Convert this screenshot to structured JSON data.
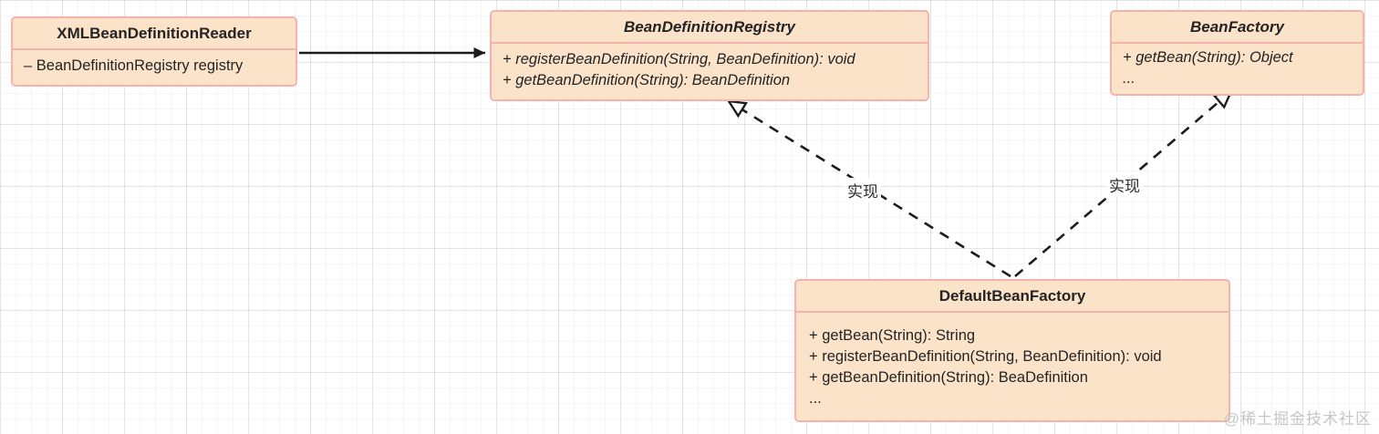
{
  "diagram": {
    "classes": [
      {
        "name": "XMLBeanDefinitionReader",
        "stereotype": "class",
        "members": [
          "– BeanDefinitionRegistry registry"
        ]
      },
      {
        "name": "BeanDefinitionRegistry",
        "stereotype": "interface",
        "members": [
          "+ registerBeanDefinition(String, BeanDefinition): void",
          "+ getBeanDefinition(String): BeanDefinition"
        ]
      },
      {
        "name": "BeanFactory",
        "stereotype": "interface",
        "members": [
          "+ getBean(String): Object",
          "..."
        ]
      },
      {
        "name": "DefaultBeanFactory",
        "stereotype": "class",
        "members": [
          "+ getBean(String): String",
          "+ registerBeanDefinition(String, BeanDefinition): void",
          "+ getBeanDefinition(String): BeaDefinition",
          "..."
        ]
      }
    ],
    "edges": [
      {
        "type": "association",
        "from": "XMLBeanDefinitionReader",
        "to": "BeanDefinitionRegistry",
        "label": ""
      },
      {
        "type": "realization",
        "from": "DefaultBeanFactory",
        "to": "BeanDefinitionRegistry",
        "label": "实现"
      },
      {
        "type": "realization",
        "from": "DefaultBeanFactory",
        "to": "BeanFactory",
        "label": "实现"
      }
    ],
    "watermark": "@稀土掘金技术社区"
  },
  "colors": {
    "box_fill": "#fbe3c9",
    "box_border": "#f5b3ac",
    "text": "#242424",
    "line": "#1c1c1c",
    "watermark": "#c6c6c6"
  }
}
